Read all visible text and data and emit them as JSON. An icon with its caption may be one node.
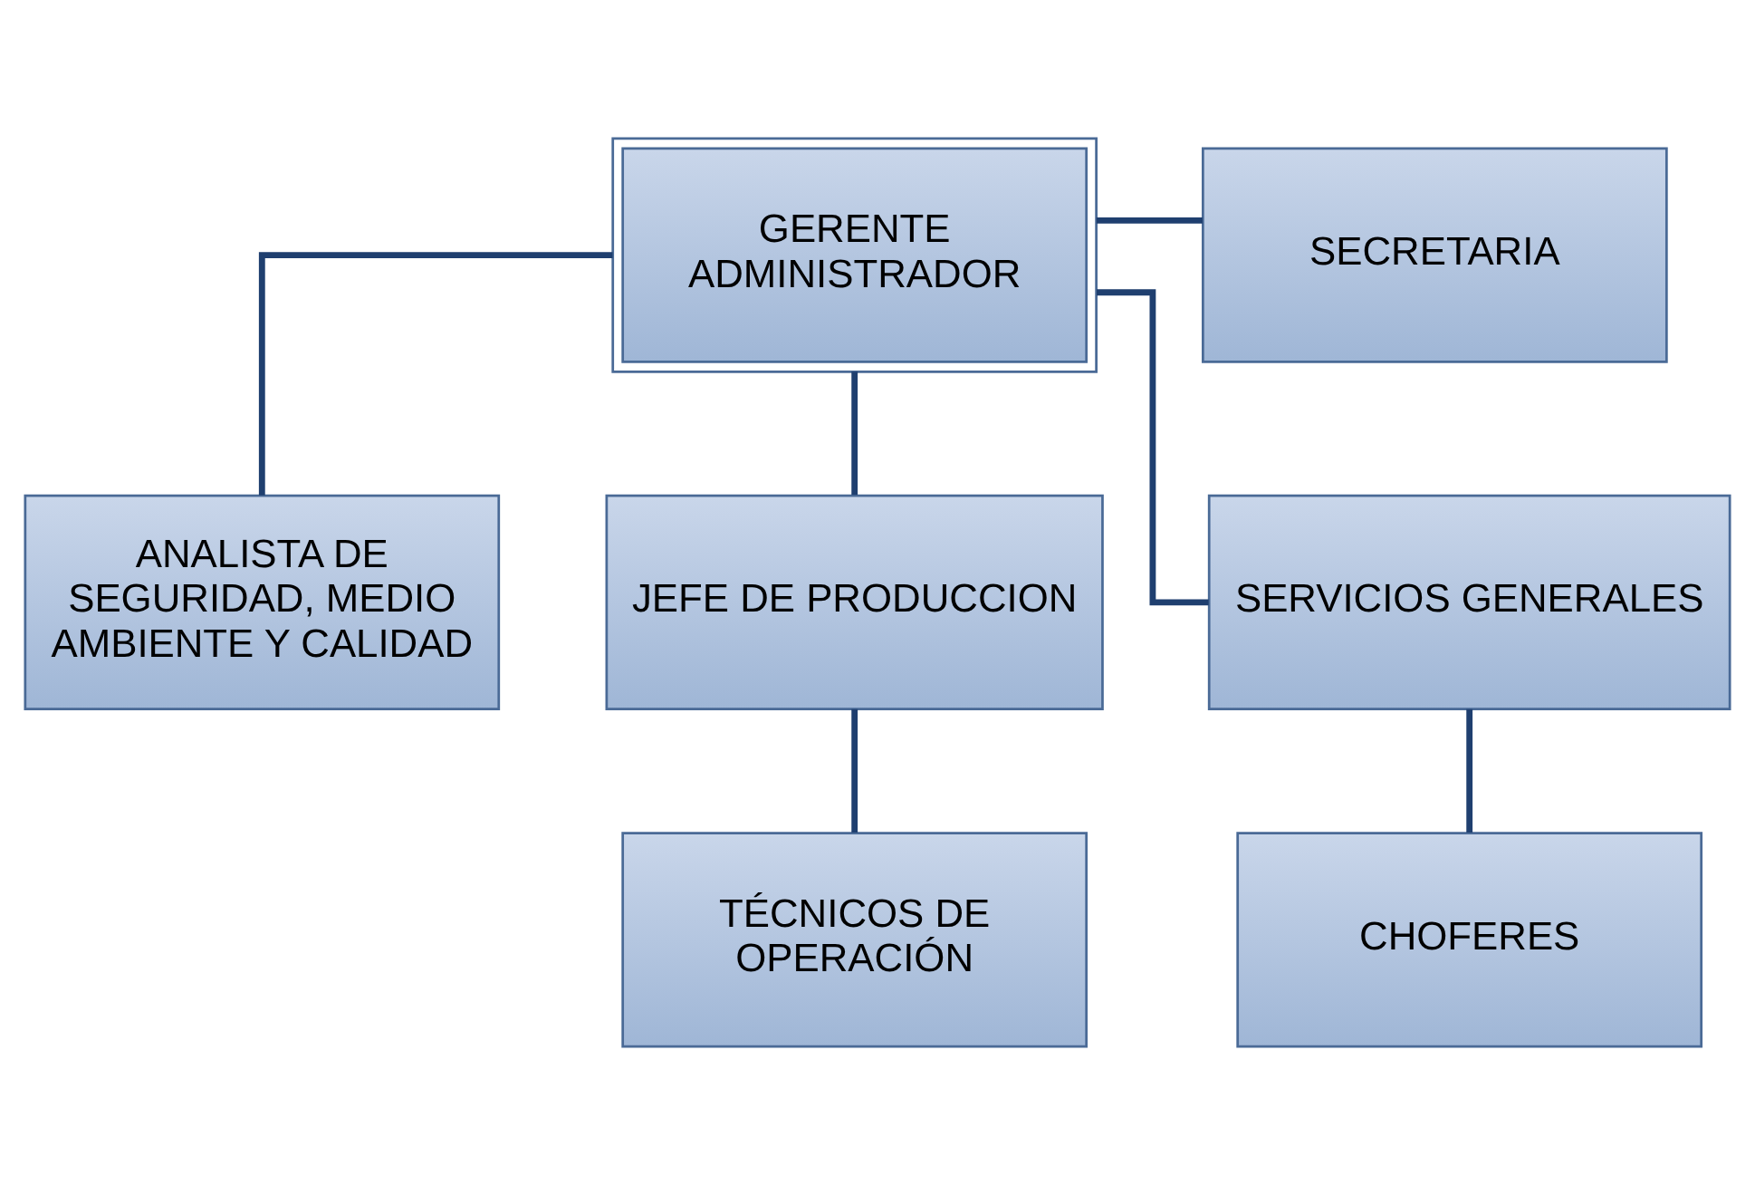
{
  "diagram": {
    "nodes": [
      {
        "text": [
          "GERENTE ADMINISTRADOR"
        ]
      },
      {
        "text": [
          "SECRETARIA"
        ]
      },
      {
        "text": [
          "ANALISTA DE SEGURIDAD, MEDIO AMBIENTE Y CALIDAD"
        ]
      },
      {
        "text": [
          "JEFE DE PRODUCCION"
        ]
      },
      {
        "text": [
          "SERVICIOS GENERALES"
        ]
      },
      {
        "text": [
          "TÉCNICOS DE OPERACIÓN"
        ]
      },
      {
        "text": [
          "CHOFERES"
        ]
      }
    ],
    "edges": [
      {
        "from": 0,
        "to": 1,
        "arrow": "none"
      },
      {
        "from": 0,
        "to": 2,
        "arrow": "none"
      },
      {
        "from": 0,
        "to": 3,
        "arrow": "none"
      },
      {
        "from": 0,
        "to": 4,
        "arrow": "none"
      },
      {
        "from": 3,
        "to": 5,
        "arrow": "none"
      },
      {
        "from": 4,
        "to": 6,
        "arrow": "none"
      }
    ]
  }
}
